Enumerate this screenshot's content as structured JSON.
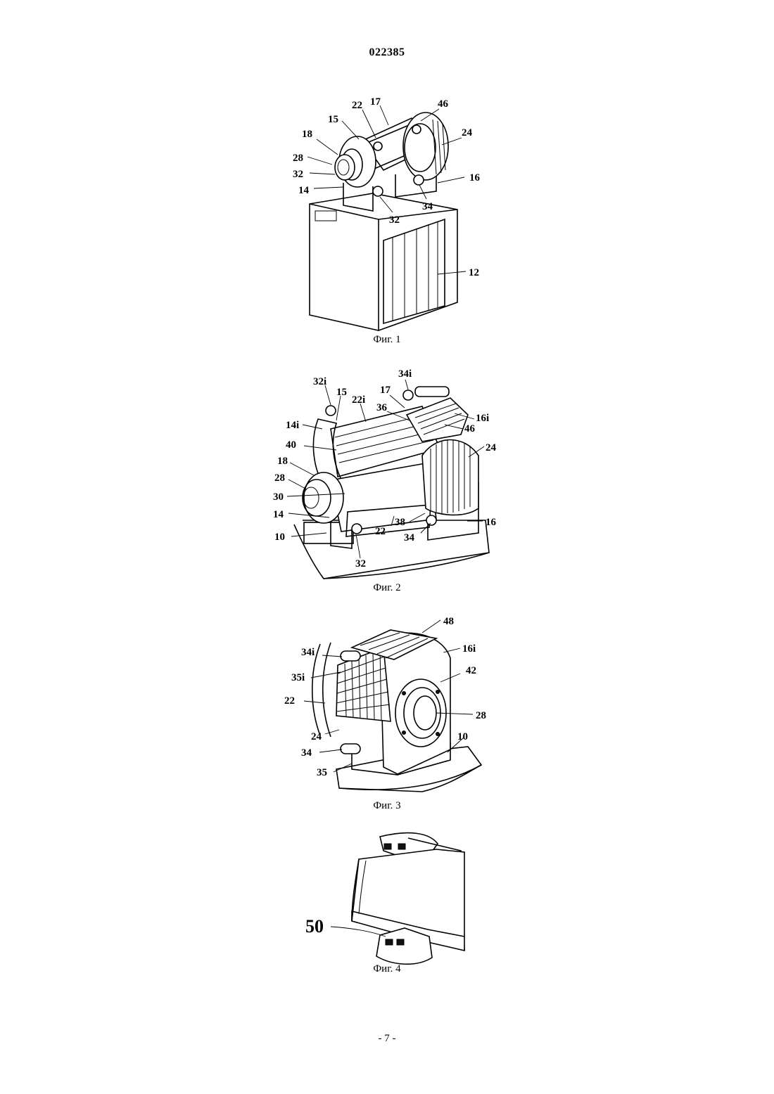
{
  "header": {
    "document_number": "022385"
  },
  "figures": [
    {
      "caption": "Фиг. 1",
      "labels": [
        "22",
        "17",
        "46",
        "15",
        "18",
        "24",
        "28",
        "32",
        "16",
        "14",
        "34",
        "32",
        "12"
      ]
    },
    {
      "caption": "Фиг. 2",
      "labels": [
        "34i",
        "32i",
        "15",
        "17",
        "22i",
        "36",
        "16i",
        "14i",
        "46",
        "40",
        "24",
        "18",
        "28",
        "30",
        "14",
        "38",
        "16",
        "10",
        "22",
        "34",
        "32"
      ]
    },
    {
      "caption": "Фиг. 3",
      "labels": [
        "48",
        "16i",
        "34i",
        "42",
        "35i",
        "22",
        "28",
        "24",
        "10",
        "34",
        "35"
      ]
    },
    {
      "caption": "Фиг. 4",
      "labels": [
        "50"
      ]
    }
  ],
  "footer": {
    "page_number": "- 7 -"
  }
}
